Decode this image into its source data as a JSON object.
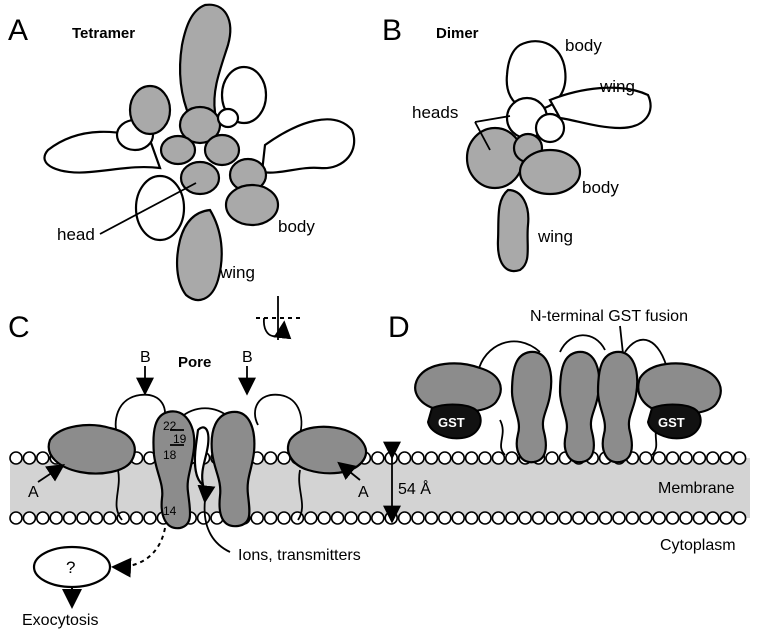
{
  "panels": {
    "a": {
      "letter": "A",
      "title": "Tetramer",
      "labels": {
        "head": "head",
        "body": "body",
        "wing": "wing"
      }
    },
    "b": {
      "letter": "B",
      "title": "Dimer",
      "labels": {
        "body_top": "body",
        "wing_top": "wing",
        "heads": "heads",
        "body_bottom": "body",
        "wing_bottom": "wing"
      }
    },
    "c": {
      "letter": "C",
      "pore": "Pore",
      "marker_b": "B",
      "marker_a": "A",
      "residues": [
        "22",
        "19",
        "18",
        "14"
      ],
      "distance": "54 Å",
      "unknown": "?",
      "exocytosis": "Exocytosis",
      "ions": "Ions, transmitters"
    },
    "d": {
      "letter": "D",
      "fusion_label": "N-terminal GST fusion",
      "gst": "GST",
      "membrane": "Membrane",
      "cytoplasm": "Cytoplasm"
    }
  },
  "colors": {
    "protein_light": "#a9a9a9",
    "protein_dark": "#8c8c8c",
    "membrane": "#d3d3d3",
    "gst_tag": "#111111"
  }
}
